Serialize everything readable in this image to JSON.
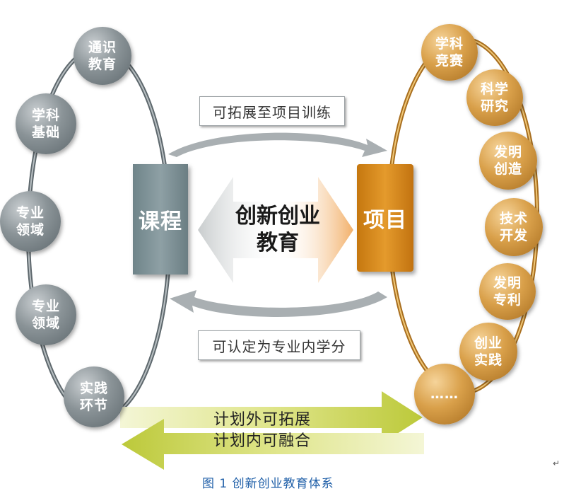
{
  "diagram": {
    "left_block": "课程",
    "right_block": "项目",
    "center_title": "创新创业\n教育",
    "top_arrow_label": "可拓展至项目训练",
    "bottom_arrow_label": "可认定为专业内学分",
    "band_text_1": "计划外可拓展",
    "band_text_2": "计划内可融合",
    "left_nodes": [
      "通识\n教育",
      "学科\n基础",
      "专业\n领域",
      "专业\n领域",
      "实践\n环节"
    ],
    "right_nodes": [
      "学科\n竞赛",
      "科学\n研究",
      "发明\n创造",
      "技术\n开发",
      "发明\n专利",
      "创业\n实践",
      "……"
    ],
    "caption": "图 1   创新创业教育体系",
    "return_mark": "↵"
  },
  "colors": {
    "grey_node": "#8a9397",
    "gold_node": "#d9a04a",
    "course_block": "#7d9095",
    "project_block": "#e0921f",
    "caption": "#1f5fa8",
    "band": "#c8d24a"
  }
}
